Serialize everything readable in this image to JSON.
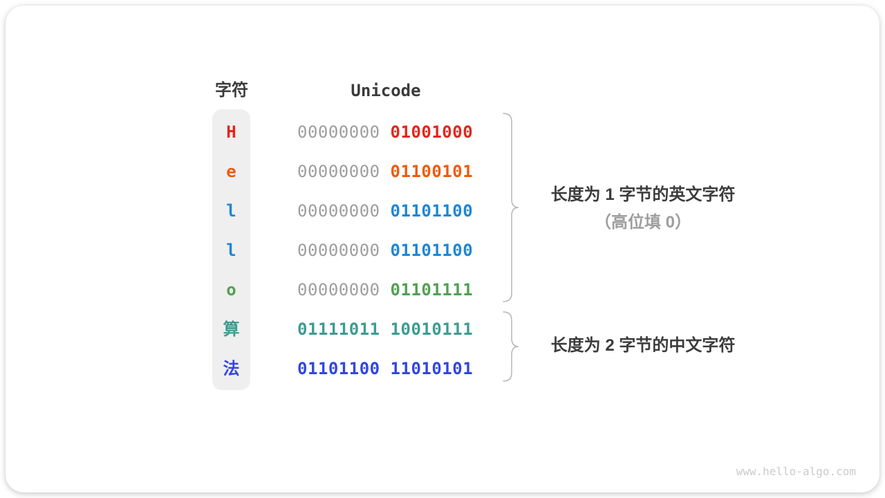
{
  "table": {
    "char_header": "字符",
    "unicode_header": "Unicode",
    "muted_color": "#9e9e9e",
    "rows": [
      {
        "char": "H",
        "color": "#e1271b",
        "bytes": [
          {
            "bits": "00000000",
            "color": "#9e9e9e",
            "bold": false
          },
          {
            "bits": "01001000",
            "color": "#e1271b",
            "bold": true
          }
        ]
      },
      {
        "char": "e",
        "color": "#ee5b0b",
        "bytes": [
          {
            "bits": "00000000",
            "color": "#9e9e9e",
            "bold": false
          },
          {
            "bits": "01100101",
            "color": "#ee5b0b",
            "bold": true
          }
        ]
      },
      {
        "char": "l",
        "color": "#1e86d3",
        "bytes": [
          {
            "bits": "00000000",
            "color": "#9e9e9e",
            "bold": false
          },
          {
            "bits": "01101100",
            "color": "#1e86d3",
            "bold": true
          }
        ]
      },
      {
        "char": "l",
        "color": "#1e86d3",
        "bytes": [
          {
            "bits": "00000000",
            "color": "#9e9e9e",
            "bold": false
          },
          {
            "bits": "01101100",
            "color": "#1e86d3",
            "bold": true
          }
        ]
      },
      {
        "char": "o",
        "color": "#52a053",
        "bytes": [
          {
            "bits": "00000000",
            "color": "#9e9e9e",
            "bold": false
          },
          {
            "bits": "01101111",
            "color": "#52a053",
            "bold": true
          }
        ]
      },
      {
        "char": "算",
        "color": "#3d9c90",
        "bytes": [
          {
            "bits": "01111011",
            "color": "#3d9c90",
            "bold": true
          },
          {
            "bits": "10010111",
            "color": "#3d9c90",
            "bold": true
          }
        ]
      },
      {
        "char": "法",
        "color": "#3346df",
        "bytes": [
          {
            "bits": "01101100",
            "color": "#3346df",
            "bold": true
          },
          {
            "bits": "11010101",
            "color": "#3346df",
            "bold": true
          }
        ]
      }
    ]
  },
  "annotations": [
    {
      "line1": "长度为 1 字节的英文字符",
      "line2": "（高位填 0）"
    },
    {
      "line1": "长度为 2 字节的中文字符"
    }
  ],
  "brace_color": "#b5b5b5",
  "watermark": "www.hello-algo.com"
}
